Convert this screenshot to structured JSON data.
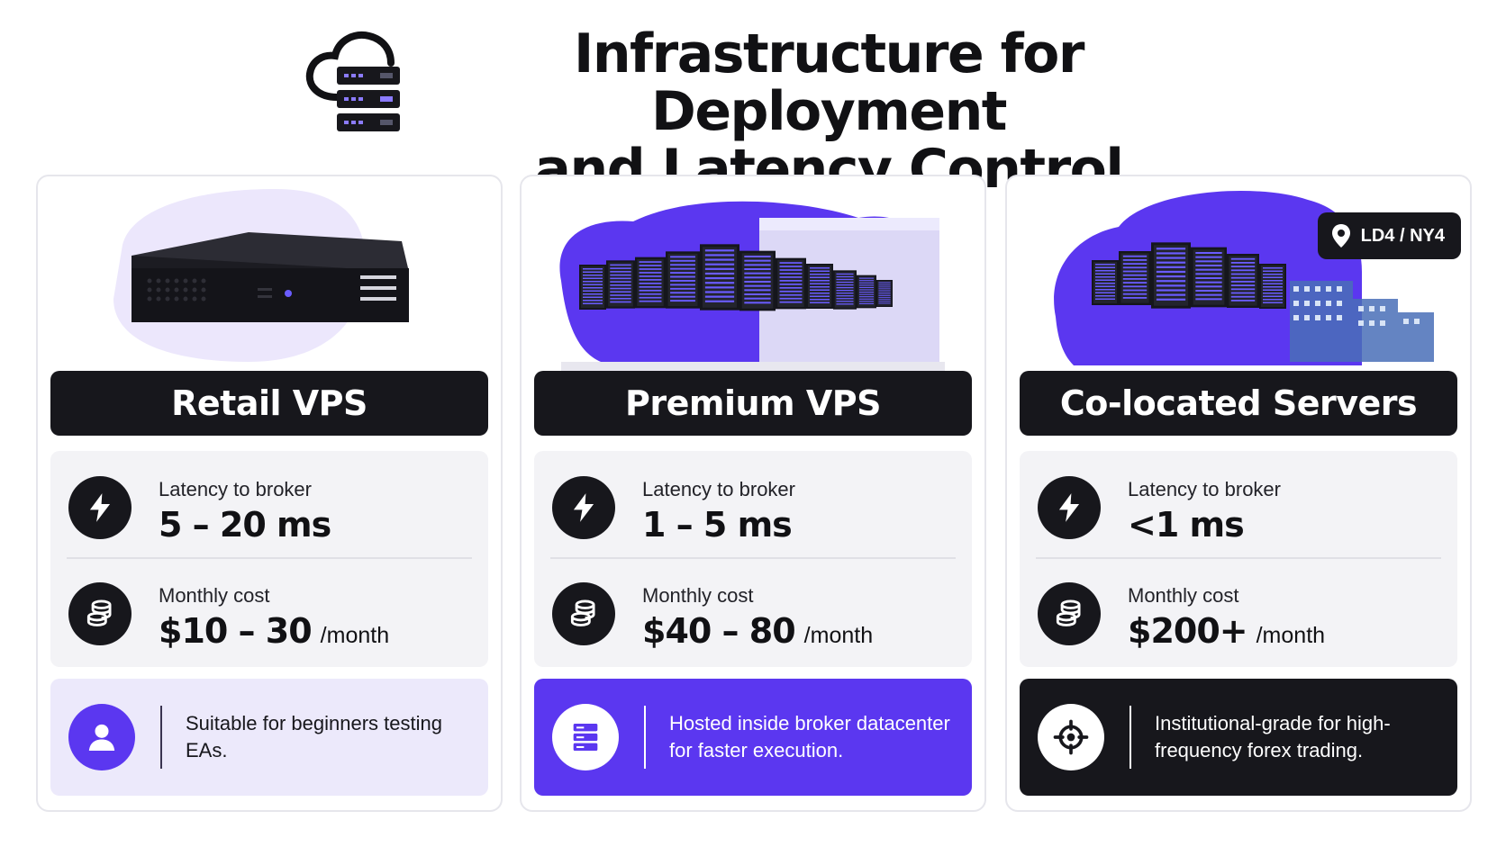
{
  "title": {
    "line1": "Infrastructure for Deployment",
    "line2": "and Latency Control"
  },
  "icons": {
    "header": "cloud-server-icon",
    "latency": "lightning-icon",
    "cost": "coins-icon",
    "location": "map-pin-icon"
  },
  "colors": {
    "accent": "#5b37f0",
    "accent_light": "#ece9fb",
    "dark": "#17171c",
    "panel": "#f3f3f6"
  },
  "cards": [
    {
      "tier": "Retail VPS",
      "latency_label": "Latency to broker",
      "latency_value": "5 – 20 ms",
      "cost_label": "Monthly cost",
      "cost_value": "$10 – 30",
      "cost_unit": "/month",
      "note_icon": "user-icon",
      "note": "Suitable for beginners testing EAs."
    },
    {
      "tier": "Premium VPS",
      "latency_label": "Latency to broker",
      "latency_value": "1 – 5 ms",
      "cost_label": "Monthly cost",
      "cost_value": "$40 – 80",
      "cost_unit": "/month",
      "note_icon": "server-stack-icon",
      "note": "Hosted inside broker datacenter for faster execution."
    },
    {
      "tier": "Co-located Servers",
      "badge": "LD4 / NY4",
      "latency_label": "Latency to broker",
      "latency_value": "<1 ms",
      "cost_label": "Monthly cost",
      "cost_value": "$200+",
      "cost_unit": "/month",
      "note_icon": "target-icon",
      "note": "Institutional-grade for high-frequency forex trading."
    }
  ]
}
